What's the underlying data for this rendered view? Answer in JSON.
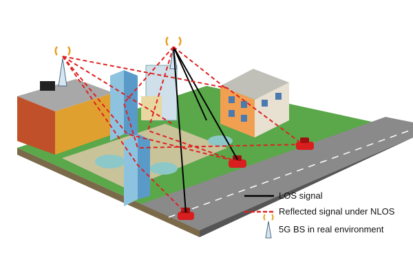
{
  "legend": {
    "los_label": "LOS signal",
    "nlos_label": "Reflected signal under NLOS",
    "bs_label": "5G BS in real environment"
  },
  "colors": {
    "los": "#000000",
    "nlos": "#e02020",
    "grass": "#5aa84a",
    "road": "#8a8a8a",
    "car": "#d81e1e"
  },
  "icons": [
    "base-station-icon",
    "car-icon",
    "building-icon",
    "tree-icon"
  ]
}
